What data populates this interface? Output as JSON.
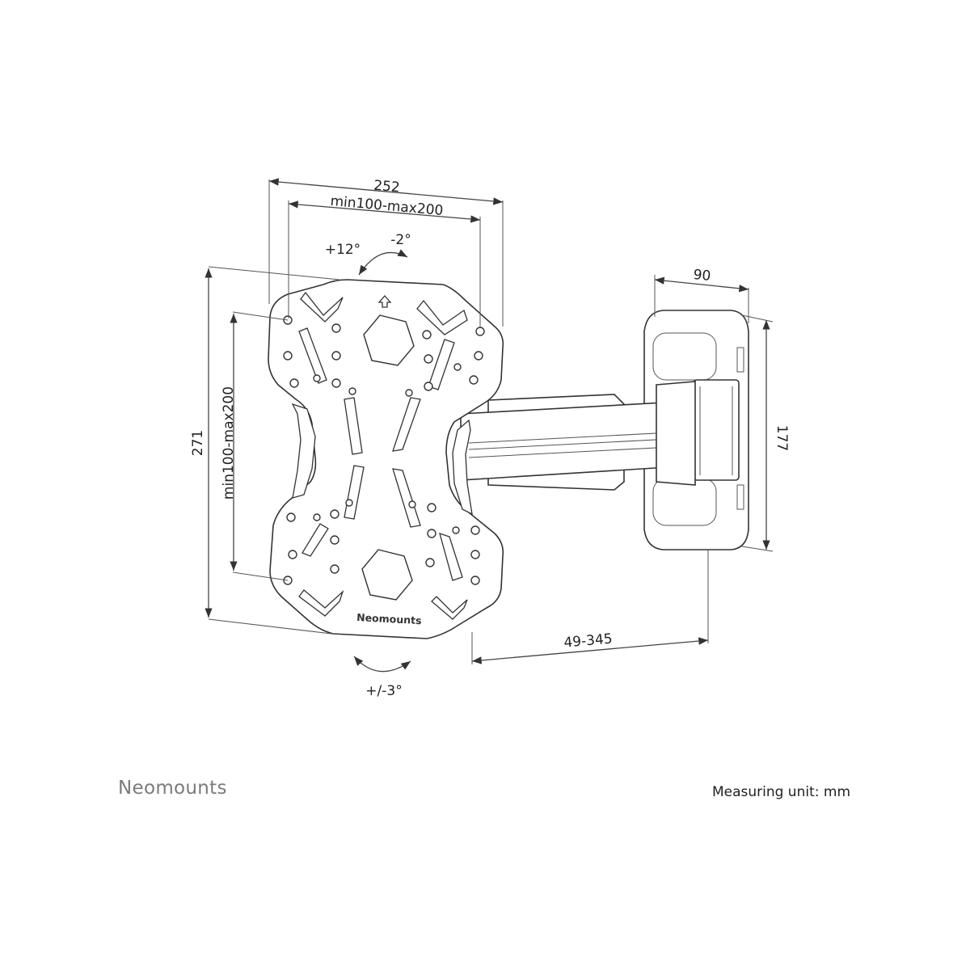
{
  "dimensions": {
    "plate_width": "252",
    "vesa_horizontal": "min100-max200",
    "plate_height": "271",
    "vesa_vertical": "min100-max200",
    "wall_plate_width": "90",
    "wall_plate_height": "177",
    "arm_extension": "49-345"
  },
  "angles": {
    "tilt_up": "+12°",
    "tilt_down": "-2°",
    "rotation": "+/-3°"
  },
  "plate_brand": "Neomounts",
  "footer": {
    "brand": "Neomounts",
    "unit": "Measuring unit: mm"
  }
}
